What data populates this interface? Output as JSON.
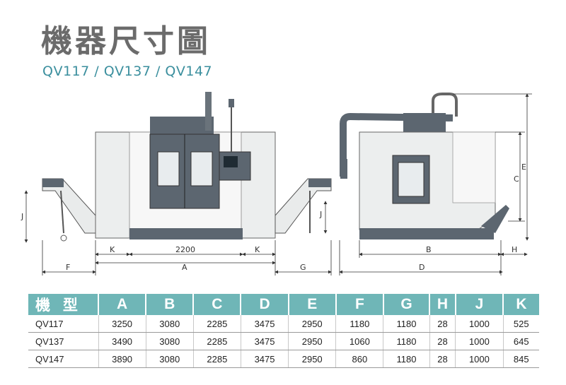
{
  "header": {
    "title": "機器尺寸圖",
    "subtitle": "QV117 / QV137 / QV147"
  },
  "drawing": {
    "front_labels": {
      "k_left": "K",
      "center": "2200",
      "k_right": "K",
      "f": "F",
      "a": "A",
      "g": "G",
      "j_left": "J",
      "j_right": "J"
    },
    "side_labels": {
      "b": "B",
      "h": "H",
      "d": "D",
      "c": "C",
      "e": "E"
    }
  },
  "spec_table": {
    "headers": [
      "機 型",
      "A",
      "B",
      "C",
      "D",
      "E",
      "F",
      "G",
      "H",
      "J",
      "K"
    ],
    "rows": [
      [
        "QV117",
        "3250",
        "3080",
        "2285",
        "3475",
        "2950",
        "1180",
        "1180",
        "28",
        "1000",
        "525"
      ],
      [
        "QV137",
        "3490",
        "3080",
        "2285",
        "3475",
        "2950",
        "1060",
        "1180",
        "28",
        "1000",
        "645"
      ],
      [
        "QV147",
        "3890",
        "3080",
        "2285",
        "3475",
        "2950",
        "860",
        "1180",
        "28",
        "1000",
        "845"
      ]
    ]
  },
  "colors": {
    "accent": "#6fb6b7",
    "subtitle": "#3b8f9e",
    "title": "#6b6b6b",
    "machine_dark": "#5c6670",
    "machine_light": "#eceeee"
  }
}
